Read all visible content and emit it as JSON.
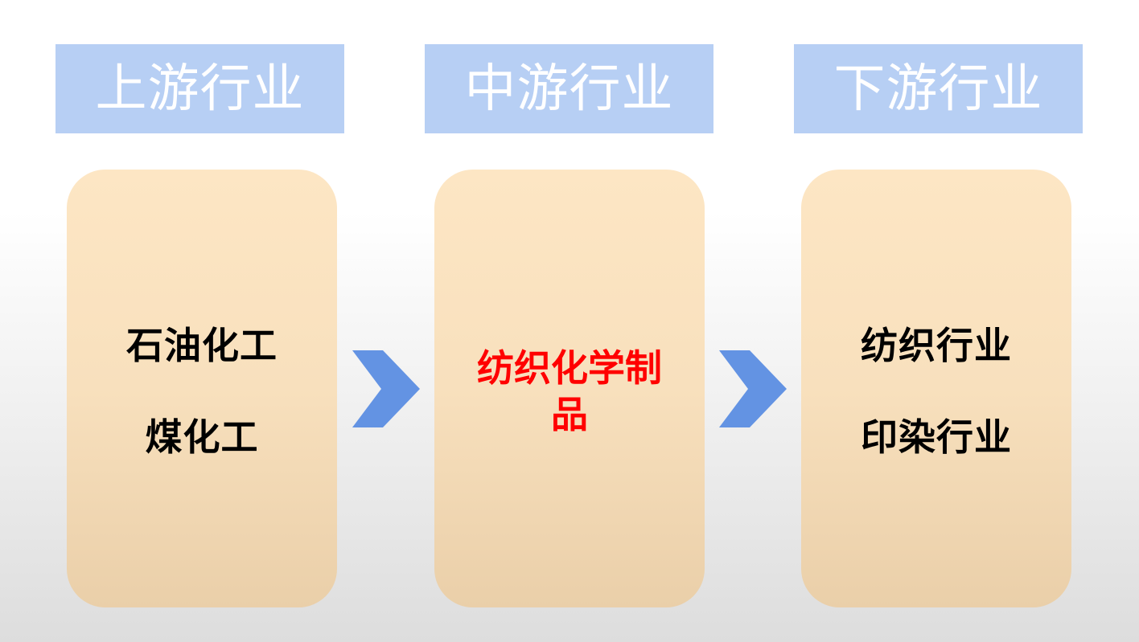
{
  "stages": [
    {
      "header": "上游行业",
      "items": [
        "石油化工",
        "煤化工"
      ]
    },
    {
      "header": "中游行业",
      "highlight": "纺织化学制品"
    },
    {
      "header": "下游行业",
      "items": [
        "纺织行业",
        "印染行业"
      ]
    }
  ],
  "colors": {
    "header_bg": "#b7cff4",
    "header_text": "#ffffff",
    "card_bg_top": "#fde6c4",
    "card_bg_bottom": "#eacfa9",
    "arrow": "#6393e3",
    "highlight_text": "#ff0000",
    "item_text": "#000000"
  },
  "icons": {
    "connector": "chevron-arrow-right-icon"
  }
}
